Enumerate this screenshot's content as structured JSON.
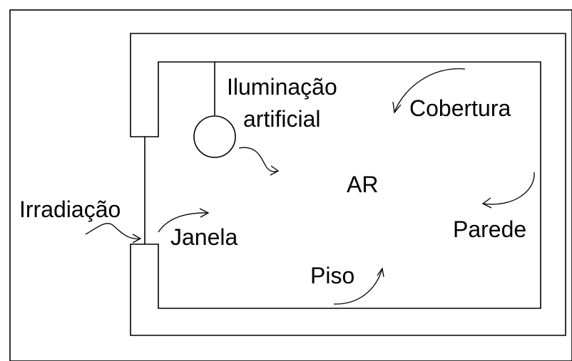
{
  "diagram": {
    "labels": {
      "iluminacao_line1": "Iluminação",
      "iluminacao_line2": "artificial",
      "cobertura": "Cobertura",
      "ar": "AR",
      "irradiacao": "Irradiação",
      "janela": "Janela",
      "parede": "Parede",
      "piso": "Piso"
    },
    "colors": {
      "line": "#000000",
      "background": "#ffffff"
    }
  }
}
